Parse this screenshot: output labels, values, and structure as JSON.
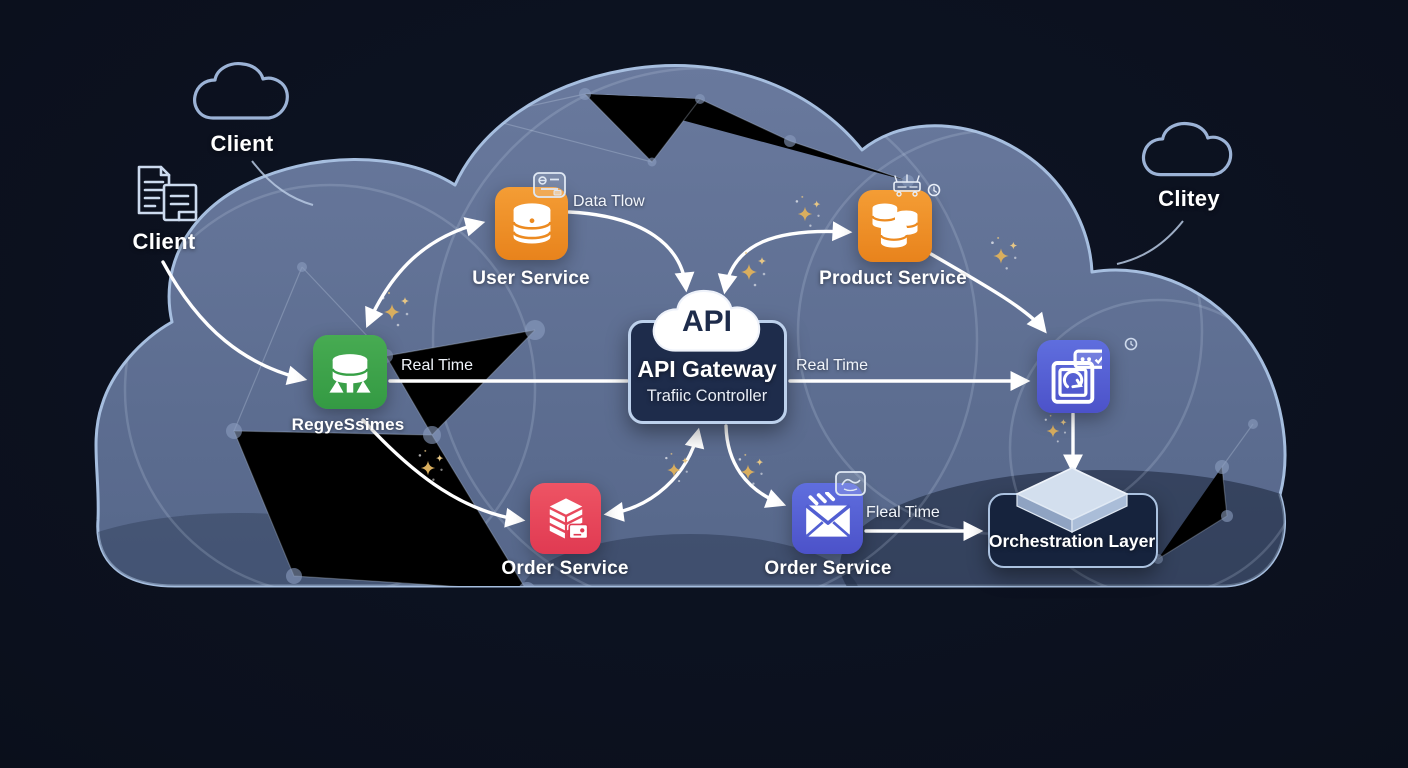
{
  "diagram": {
    "clients": {
      "top_left": "Client",
      "left": "Client",
      "top_right": "Clitey"
    },
    "nodes": {
      "user_service": "User Service",
      "product_service": "Product Service",
      "requests": "RegyeSsimes",
      "order_service_red": "Order Service",
      "order_service_mail": "Order Service",
      "api_gateway": {
        "badge": "API",
        "title": "API Gateway",
        "subtitle": "Trafiic Controller"
      },
      "orchestration": "Orchestration Layer"
    },
    "edge_labels": {
      "data_flow": "Data Tlow",
      "real_time_left": "Real Time",
      "real_time_right": "Real Time",
      "real_time_bottom": "Fleal Time"
    },
    "colors": {
      "background": "#0b101d",
      "cloud_fill": "#5d6e90",
      "cloud_border": "#a6bedf",
      "orange": "#f0922b",
      "green": "#3da84e",
      "red": "#e9475c",
      "indigo": "#5765d8",
      "gateway_bg": "#1e2c4b",
      "arrow": "#ffffff",
      "sparkle": "#d9ae5e"
    }
  }
}
